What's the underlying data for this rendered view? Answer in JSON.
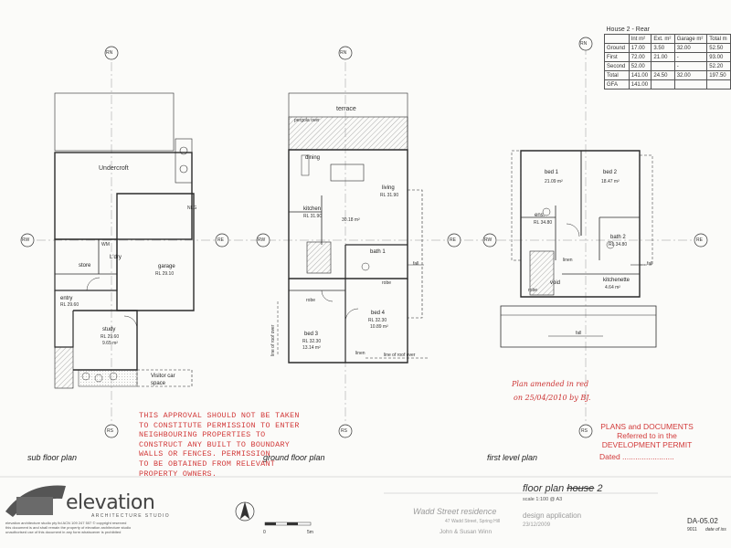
{
  "area_table": {
    "caption": "House 2 - Rear",
    "columns": [
      "",
      "Int m²",
      "Ext. m²",
      "Garage m²",
      "Total m"
    ],
    "rows": [
      [
        "Ground",
        "17.00",
        "3.50",
        "32.00",
        "52.50"
      ],
      [
        "First",
        "72.00",
        "21.00",
        "-",
        "93.00"
      ],
      [
        "Second",
        "52.00",
        "",
        "-",
        "52.20"
      ],
      [
        "Total",
        "141.00",
        "24.50",
        "32.00",
        "197.50"
      ],
      [
        "GFA",
        "141.00",
        "",
        "",
        ""
      ]
    ]
  },
  "grid_markers": {
    "rn": "RN",
    "rw": "RW",
    "re": "RE",
    "rs": "RS"
  },
  "sub_floor": {
    "title": "sub floor plan",
    "rooms": {
      "undercroft": "Undercroft",
      "wm": "WM",
      "ldry": "L'dry",
      "store": "store",
      "garage": "garage",
      "garage_rl": "RL 29.10",
      "entry": "entry",
      "entry_rl": "RL 29.60",
      "study": "study",
      "study_rl": "RL 29.60",
      "study_area": "9.65 m²",
      "visitor": "Visitor car space",
      "nlg": "NLG"
    }
  },
  "ground_floor": {
    "title": "ground floor plan",
    "rooms": {
      "terrace": "terrace",
      "pergola": "pergola over",
      "dining": "dining",
      "living": "living",
      "living_rl": "RL 31.90",
      "kitchen": "kitchen",
      "kitchen_rl": "RL 31.90",
      "open_area": "30.18 m²",
      "bath1": "bath 1",
      "robe1": "robe",
      "robe2": "robe",
      "bed3": "bed 3",
      "bed3_rl": "RL 32.30",
      "bed3_area": "13.14 m²",
      "bed4": "bed 4",
      "bed4_rl": "RL 32.30",
      "bed4_area": "10.89 m²",
      "linen": "linen",
      "line_roof_left": "line of roof over",
      "line_roof_bottom": "line of roof over"
    }
  },
  "first_floor": {
    "title": "first level plan",
    "rooms": {
      "bed1": "bed 1",
      "bed1_area": "21.09 m²",
      "bed2": "bed 2",
      "bed2_area": "18.47 m²",
      "ens": "ens.",
      "ens_rl": "RL 34.80",
      "bath2": "bath 2",
      "bath2_rl": "RL 34.80",
      "void": "void",
      "robe": "robe",
      "linen": "linen",
      "kitchenette": "kitchenette",
      "kitchenette_area": "4.64 m²",
      "fall1": "fall",
      "fall2": "fall"
    }
  },
  "fall_ground": "fall",
  "approval_text": [
    "THIS APPROVAL SHOULD NOT BE TAKEN",
    "TO CONSTITUTE PERMISSION TO ENTER",
    "NEIGHBOURING   PROPERTIES   TO",
    "CONSTRUCT ANY BUILT TO BOUNDARY",
    "WALLS OR FENCES.  PERMISSION",
    "TO BE OBTAINED FROM RELEVANT",
    "PROPERTY OWNERS."
  ],
  "handwritten": {
    "line1": "Plan amended in red",
    "line2": "on 25/04/2010 by BJ."
  },
  "stamp": {
    "line1": "PLANS and DOCUMENTS",
    "line2": "Referred to in the",
    "line3": "DEVELOPMENT PERMIT",
    "dated": "Dated ........................"
  },
  "title_block": {
    "logo_word": "elevation",
    "logo_sub": "ARCHITECTURE STUDIO",
    "fine_print": [
      "elevation architecture studio pty ltd  ACN 109 247 507   © copyright reserved",
      "this document is and shall remain the property of elevation architecture studio",
      "unauthorised use of this document in any form whatsoever is prohibited"
    ],
    "scale_bar_0": "0",
    "scale_bar_5": "5m",
    "project": "Wadd Street residence",
    "address": "47 Wadd Street, Spring Hill",
    "client": "John & Susan Winn",
    "stage": "design application",
    "date": "23/12/2009",
    "drawing_title_prefix": "floor plan",
    "drawing_title_struck": "house",
    "drawing_title_suffix": "2",
    "scale": "scale 1:100 @ A3",
    "sheet": "DA-05.02",
    "job": "9011",
    "date_label": "date of iss"
  },
  "colors": {
    "line": "#2b2b2b",
    "red": "#d23a3a"
  }
}
